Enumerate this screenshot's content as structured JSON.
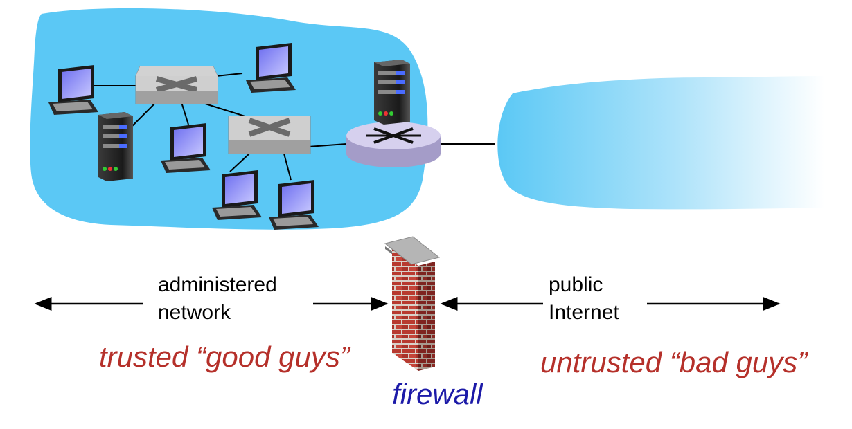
{
  "labels": {
    "administered_line1": "administered",
    "administered_line2": "network",
    "public_line1": "public",
    "public_line2": "Internet",
    "trusted": "trusted “good guys”",
    "untrusted": "untrusted “bad guys”",
    "firewall": "firewall"
  },
  "colors": {
    "cloud": "#5bc8f5",
    "emphasis_red": "#b5302a",
    "firewall_blue": "#1c1aa8",
    "brick": "#b83a30",
    "router": "#c9c3e0"
  },
  "icons": {
    "hosts": "laptop-icon",
    "servers": "server-icon",
    "switches": "switch-icon",
    "router": "router-icon",
    "wall": "firewall-icon"
  }
}
